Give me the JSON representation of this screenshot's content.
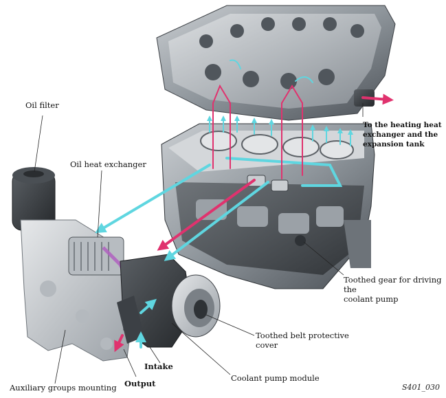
{
  "labels": {
    "oil_filter": "Oil filter",
    "oil_heat_exchanger": "Oil heat exchanger",
    "heating_heat_exchanger": "To the heating heat\nexchanger and the\nexpansion tank",
    "toothed_gear": "Toothed gear for driving the\ncoolant pump",
    "toothed_belt_cover": "Toothed belt protective\ncover",
    "coolant_pump_module": "Coolant pump module",
    "intake": "Intake",
    "output": "Output",
    "auxiliary_groups_mounting": "Auxiliary groups mounting",
    "figure_code": "S401_030"
  },
  "colors": {
    "coolant_cold": "#5fd6e0",
    "coolant_hot": "#e0326e",
    "oil": "#b060c0",
    "engine_metal": "#8f959b",
    "engine_dark": "#3b3f44"
  }
}
